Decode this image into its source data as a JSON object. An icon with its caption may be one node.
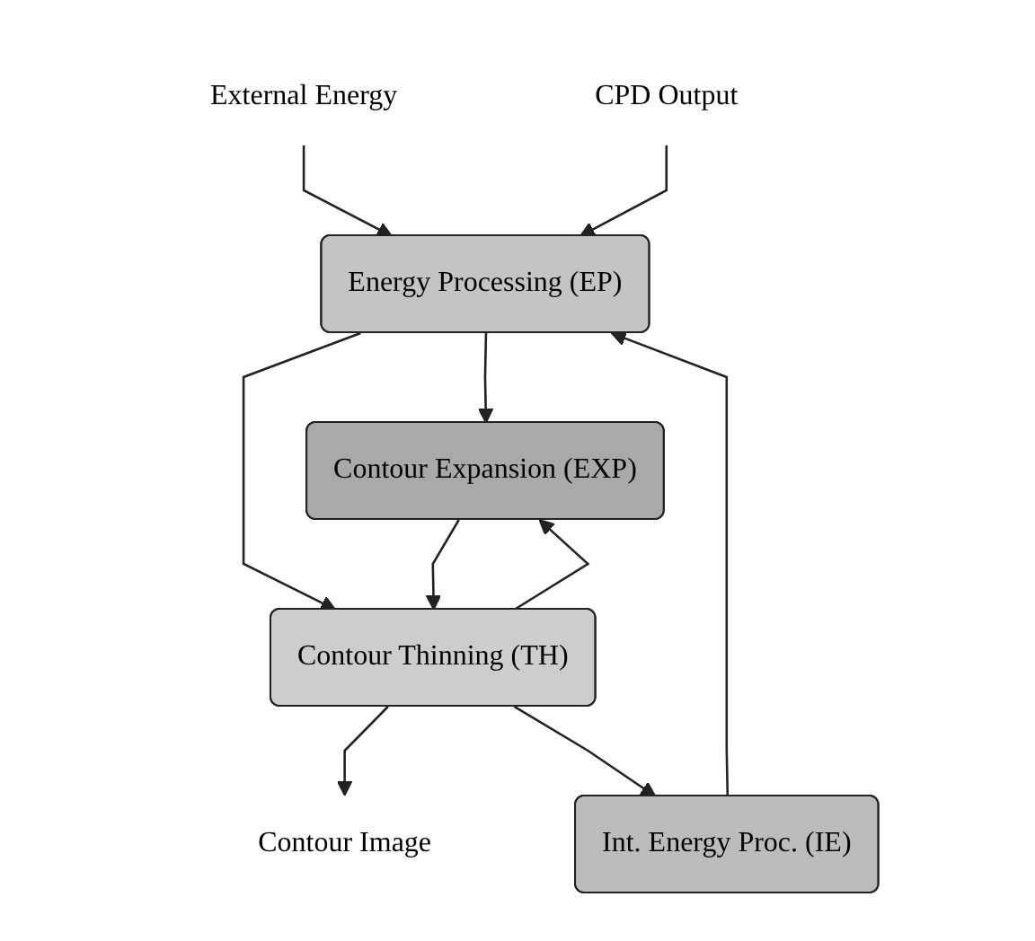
{
  "diagram": {
    "nodes": [
      {
        "text": [
          "External Energy"
        ]
      },
      {
        "text": [
          "CPD Output"
        ]
      },
      {
        "text": [
          "Energy Processing (EP)"
        ]
      },
      {
        "text": [
          "Int. Energy Proc. (IE)"
        ]
      },
      {
        "text": [
          "Contour Expansion (EXP)"
        ]
      },
      {
        "text": [
          "Contour Thinning (TH)"
        ]
      },
      {
        "text": [
          "Contour Image"
        ]
      }
    ],
    "edges": [
      {
        "from": 0,
        "to": 2,
        "arrow": "to"
      },
      {
        "from": 1,
        "to": 2,
        "arrow": "to"
      },
      {
        "from": 3,
        "to": 2,
        "arrow": "to"
      },
      {
        "from": 2,
        "to": 4,
        "arrow": "to"
      },
      {
        "from": 2,
        "to": 5,
        "arrow": "to"
      },
      {
        "from": 4,
        "to": 5,
        "arrow": "to"
      },
      {
        "from": 5,
        "to": 6,
        "arrow": "to"
      },
      {
        "from": 5,
        "to": 3,
        "arrow": "to"
      },
      {
        "from": 5,
        "to": 4,
        "arrow": "to"
      }
    ]
  }
}
